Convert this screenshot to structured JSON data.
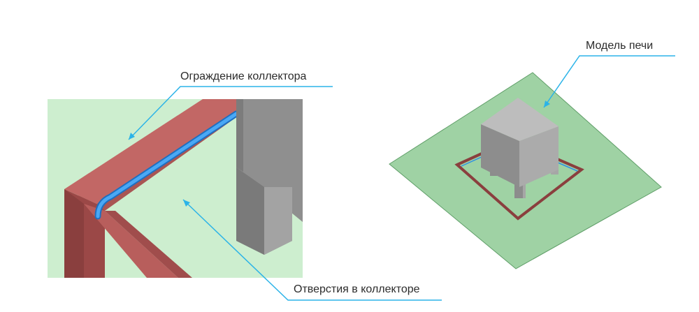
{
  "labels": {
    "collector_fence": "Ограждение коллектора",
    "collector_holes": "Отверстия в коллекторе",
    "furnace_model": "Модель печи"
  },
  "colors": {
    "floor": "#cdeecf",
    "floor_right": "#9fd2a4",
    "fence_front": "#9c4a49",
    "fence_top": "#c56d6b",
    "pipe": "#2f8fe3",
    "block_front": "#8d8d8d",
    "block_side": "#a9a9a9",
    "block_top": "#bdbdbd",
    "leader": "#2bb3e8"
  }
}
